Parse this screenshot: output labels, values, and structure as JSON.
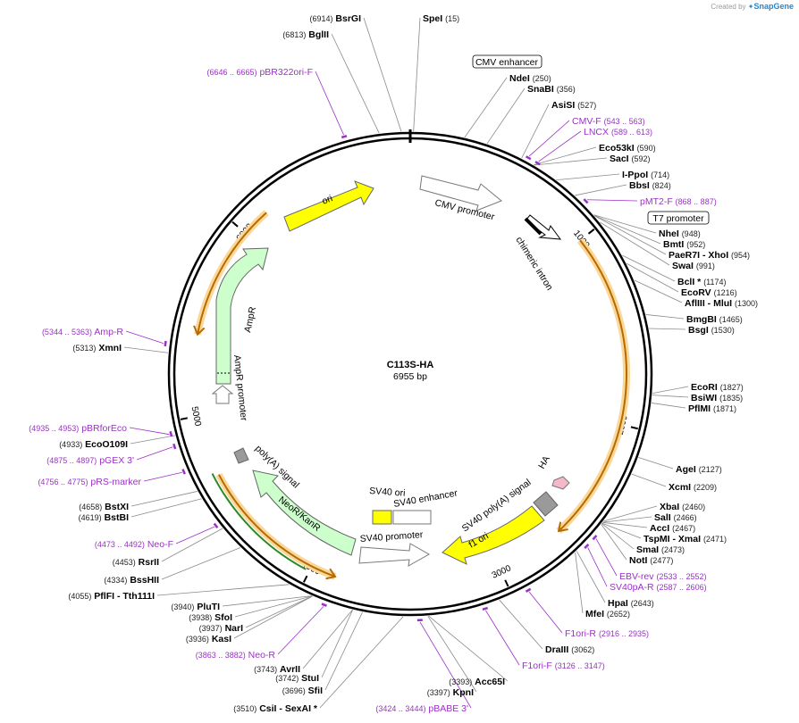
{
  "credit": {
    "prefix": "Created by",
    "brand": "SnapGene"
  },
  "plasmid": {
    "name": "C113S-HA",
    "size": "6955 bp",
    "length": 6955
  },
  "ticks": [
    {
      "label": "1000",
      "pos": 1000
    },
    {
      "label": "2000",
      "pos": 2000
    },
    {
      "label": "3000",
      "pos": 3000
    },
    {
      "label": "4000",
      "pos": 4000
    },
    {
      "label": "5000",
      "pos": 5000
    },
    {
      "label": "6000",
      "pos": 6000
    }
  ],
  "enzymes": [
    {
      "name": "BsrGI",
      "pos": "(6914)",
      "site": 6914
    },
    {
      "name": "BglII",
      "pos": "(6813)",
      "site": 6813
    },
    {
      "name": "SpeI",
      "pos": "(15)",
      "site": 15
    },
    {
      "name": "NdeI",
      "pos": "(250)",
      "site": 250
    },
    {
      "name": "SnaBI",
      "pos": "(356)",
      "site": 356
    },
    {
      "name": "AsiSI",
      "pos": "(527)",
      "site": 527
    },
    {
      "name": "Eco53kI",
      "pos": "(590)",
      "site": 590
    },
    {
      "name": "SacI",
      "pos": "(592)",
      "site": 592
    },
    {
      "name": "I-PpoI",
      "pos": "(714)",
      "site": 714
    },
    {
      "name": "BbsI",
      "pos": "(824)",
      "site": 824
    },
    {
      "name": "NheI",
      "pos": "(948)",
      "site": 948
    },
    {
      "name": "BmtI",
      "pos": "(952)",
      "site": 952
    },
    {
      "name": "PaeR7I",
      "pos": "(954)",
      "site": 954,
      "name2": "XhoI"
    },
    {
      "name": "SwaI",
      "pos": "(991)",
      "site": 991
    },
    {
      "name": "BclI *",
      "pos": "(1174)",
      "site": 1174
    },
    {
      "name": "EcoRV",
      "pos": "(1216)",
      "site": 1216
    },
    {
      "name": "AflIII",
      "pos": "(1300)",
      "site": 1300,
      "name2": "MluI"
    },
    {
      "name": "BmgBI",
      "pos": "(1465)",
      "site": 1465
    },
    {
      "name": "BsgI",
      "pos": "(1530)",
      "site": 1530
    },
    {
      "name": "EcoRI",
      "pos": "(1827)",
      "site": 1827
    },
    {
      "name": "BsiWI",
      "pos": "(1835)",
      "site": 1835
    },
    {
      "name": "PflMI",
      "pos": "(1871)",
      "site": 1871
    },
    {
      "name": "AgeI",
      "pos": "(2127)",
      "site": 2127
    },
    {
      "name": "XcmI",
      "pos": "(2209)",
      "site": 2209
    },
    {
      "name": "XbaI",
      "pos": "(2460)",
      "site": 2460
    },
    {
      "name": "SalI",
      "pos": "(2466)",
      "site": 2466
    },
    {
      "name": "AccI",
      "pos": "(2467)",
      "site": 2467
    },
    {
      "name": "TspMI",
      "pos": "(2471)",
      "site": 2471,
      "name2": "XmaI"
    },
    {
      "name": "SmaI",
      "pos": "(2473)",
      "site": 2473
    },
    {
      "name": "NotI",
      "pos": "(2477)",
      "site": 2477
    },
    {
      "name": "HpaI",
      "pos": "(2643)",
      "site": 2643
    },
    {
      "name": "MfeI",
      "pos": "(2652)",
      "site": 2652
    },
    {
      "name": "DraIII",
      "pos": "(3062)",
      "site": 3062
    },
    {
      "name": "Acc65I",
      "pos": "(3393)",
      "site": 3393
    },
    {
      "name": "KpnI",
      "pos": "(3397)",
      "site": 3397
    },
    {
      "name": "CsiI",
      "pos": "(3510)",
      "site": 3510,
      "name2": "SexAI *"
    },
    {
      "name": "SfiI",
      "pos": "(3696)",
      "site": 3696
    },
    {
      "name": "StuI",
      "pos": "(3742)",
      "site": 3742
    },
    {
      "name": "AvrII",
      "pos": "(3743)",
      "site": 3743
    },
    {
      "name": "KasI",
      "pos": "(3936)",
      "site": 3936
    },
    {
      "name": "NarI",
      "pos": "(3937)",
      "site": 3937
    },
    {
      "name": "SfoI",
      "pos": "(3938)",
      "site": 3938
    },
    {
      "name": "PluTI",
      "pos": "(3940)",
      "site": 3940
    },
    {
      "name": "PflFI",
      "pos": "(4055)",
      "site": 4055,
      "name2": "Tth111I"
    },
    {
      "name": "BssHII",
      "pos": "(4334)",
      "site": 4334
    },
    {
      "name": "RsrII",
      "pos": "(4453)",
      "site": 4453
    },
    {
      "name": "BstBI",
      "pos": "(4619)",
      "site": 4619
    },
    {
      "name": "BstXI",
      "pos": "(4658)",
      "site": 4658
    },
    {
      "name": "EcoO109I",
      "pos": "(4933)",
      "site": 4933
    },
    {
      "name": "XmnI",
      "pos": "(5313)",
      "site": 5313
    }
  ],
  "primers": [
    {
      "name": "pBR322ori-F",
      "range": "(6646 .. 6665)",
      "site": 6655
    },
    {
      "name": "CMV-F",
      "range": "(543 .. 563)",
      "site": 553
    },
    {
      "name": "LNCX",
      "range": "(589 .. 613)",
      "site": 601
    },
    {
      "name": "pMT2-F",
      "range": "(868 .. 887)",
      "site": 877
    },
    {
      "name": "EBV-rev",
      "range": "(2533 .. 2552)",
      "site": 2542
    },
    {
      "name": "SV40pA-R",
      "range": "(2587 .. 2606)",
      "site": 2596
    },
    {
      "name": "F1ori-R",
      "range": "(2916 .. 2935)",
      "site": 2925
    },
    {
      "name": "F1ori-F",
      "range": "(3126 .. 3147)",
      "site": 3136
    },
    {
      "name": "pBABE 3'",
      "range": "(3424 .. 3444)",
      "site": 3434
    },
    {
      "name": "Neo-R",
      "range": "(3863 .. 3882)",
      "site": 3872
    },
    {
      "name": "Neo-F",
      "range": "(4473 .. 4492)",
      "site": 4482
    },
    {
      "name": "pRS-marker",
      "range": "(4756 .. 4775)",
      "site": 4765
    },
    {
      "name": "pGEX 3'",
      "range": "(4875 .. 4897)",
      "site": 4886
    },
    {
      "name": "pBRforEco",
      "range": "(4935 .. 4953)",
      "site": 4944
    },
    {
      "name": "Amp-R",
      "range": "(5344 .. 5363)",
      "site": 5353
    }
  ],
  "boxed_features": [
    {
      "label": "CMV enhancer"
    },
    {
      "label": "T7 promoter"
    }
  ],
  "features": [
    {
      "label": "ori",
      "color": "#ffff00"
    },
    {
      "label": "CMV promoter",
      "color": "#ffffff"
    },
    {
      "label": "chimeric intron",
      "color": "#ffffff"
    },
    {
      "label": "AmpR",
      "color": "#ccffcc"
    },
    {
      "label": "AmpR promoter",
      "color": "#ffffff"
    },
    {
      "label": "HA",
      "color": "#f4b8c8"
    },
    {
      "label": "SV40 poly(A) signal",
      "color": "#9a9a9a"
    },
    {
      "label": "f1 ori",
      "color": "#ffff00"
    },
    {
      "label": "SV40 promoter",
      "color": "#ffffff"
    },
    {
      "label": "SV40 ori",
      "color": "#ffff00"
    },
    {
      "label": "SV40 enhancer",
      "color": "#ffffff"
    },
    {
      "label": "NeoR/KanR",
      "color": "#ccffcc"
    },
    {
      "label": "poly(A) signal",
      "color": "#9a9a9a"
    }
  ],
  "colors": {
    "orf": "#f0a020",
    "primer": "#9b30c8",
    "backbone": "#000000"
  }
}
